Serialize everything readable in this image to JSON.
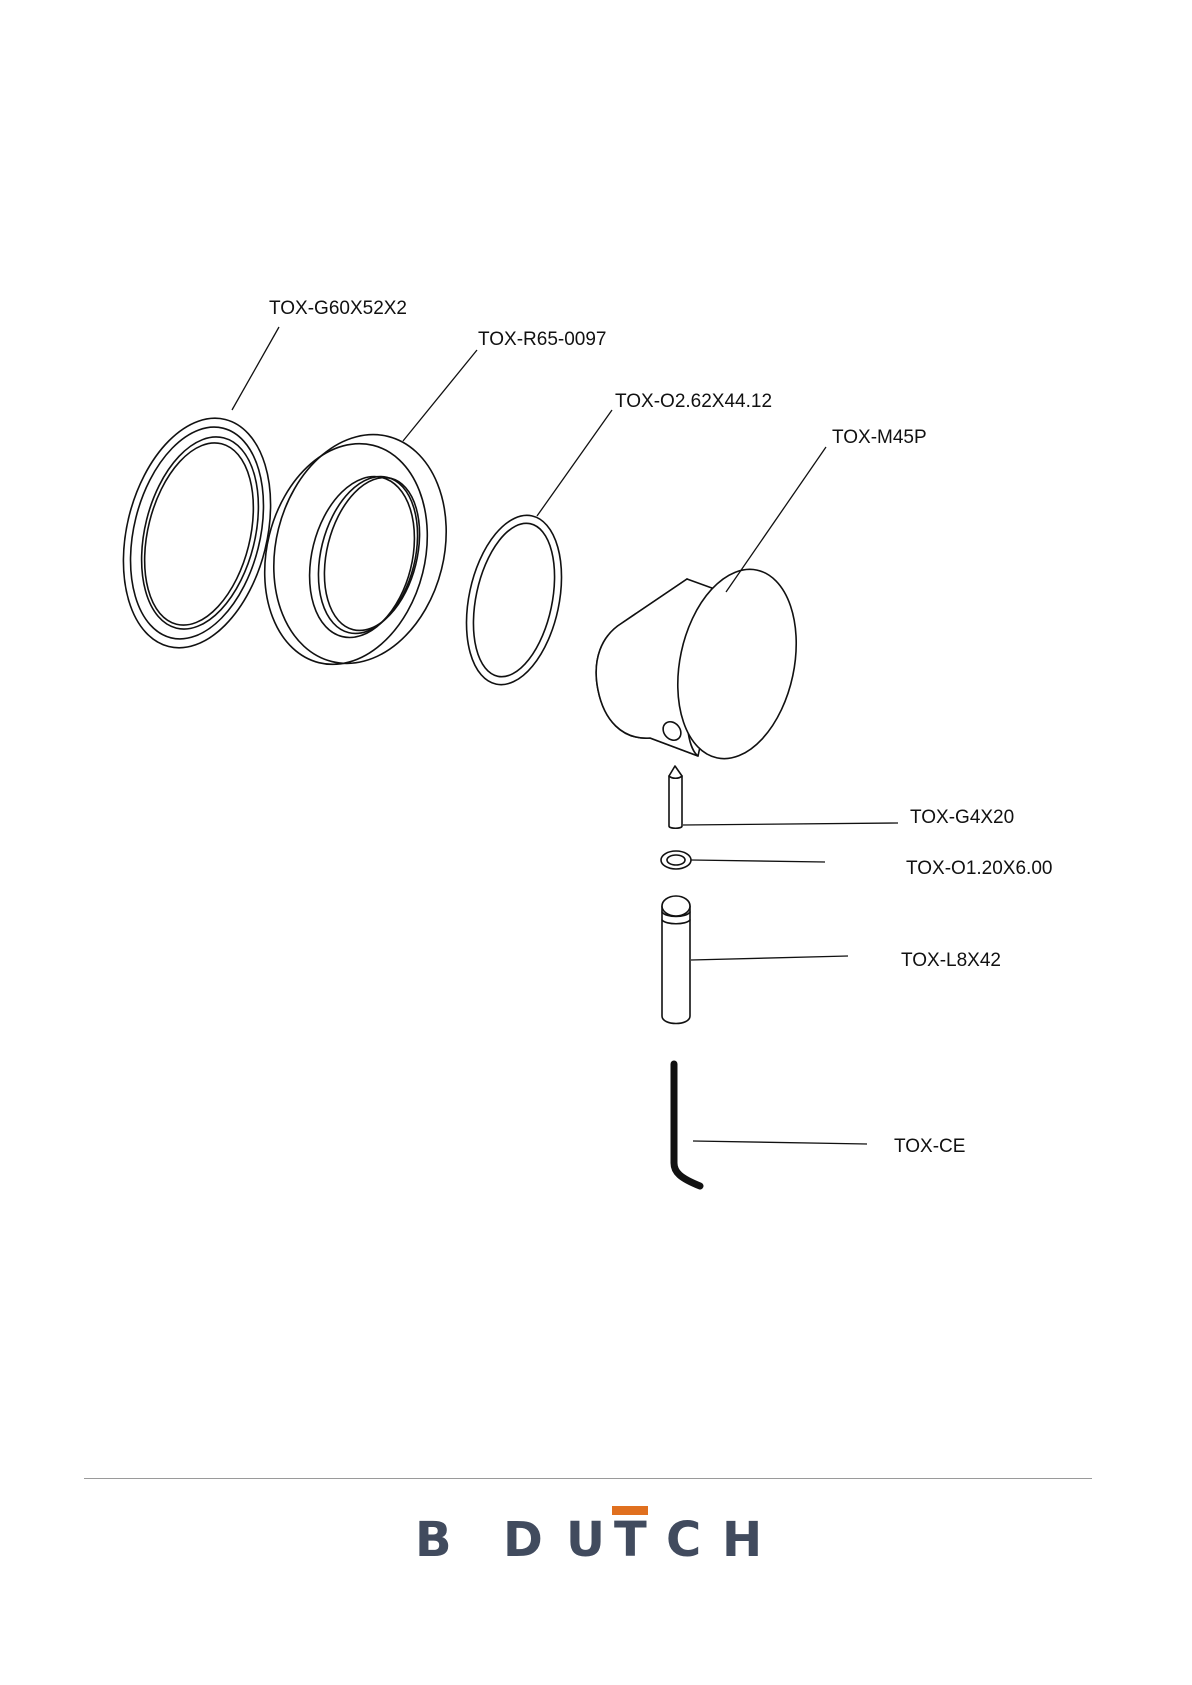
{
  "parts": {
    "gasket": "TOX-G60X52X2",
    "rosette": "TOX-R65-0097",
    "oring_large": "TOX-O2.62X44.12",
    "handle": "TOX-M45P",
    "grub_screw": "TOX-G4X20",
    "oring_small": "TOX-O1.20X6.00",
    "spindle": "TOX-L8X42",
    "hex_key": "TOX-CE"
  },
  "brand": {
    "name": "B DUTCH",
    "letters": [
      "B",
      "D",
      "U",
      "T",
      "C",
      "H"
    ],
    "text_color": "#414b5e",
    "accent_color": "#e0701f"
  },
  "colors": {
    "line": "#111111",
    "rule": "#9a9a9a",
    "background": "#ffffff"
  }
}
